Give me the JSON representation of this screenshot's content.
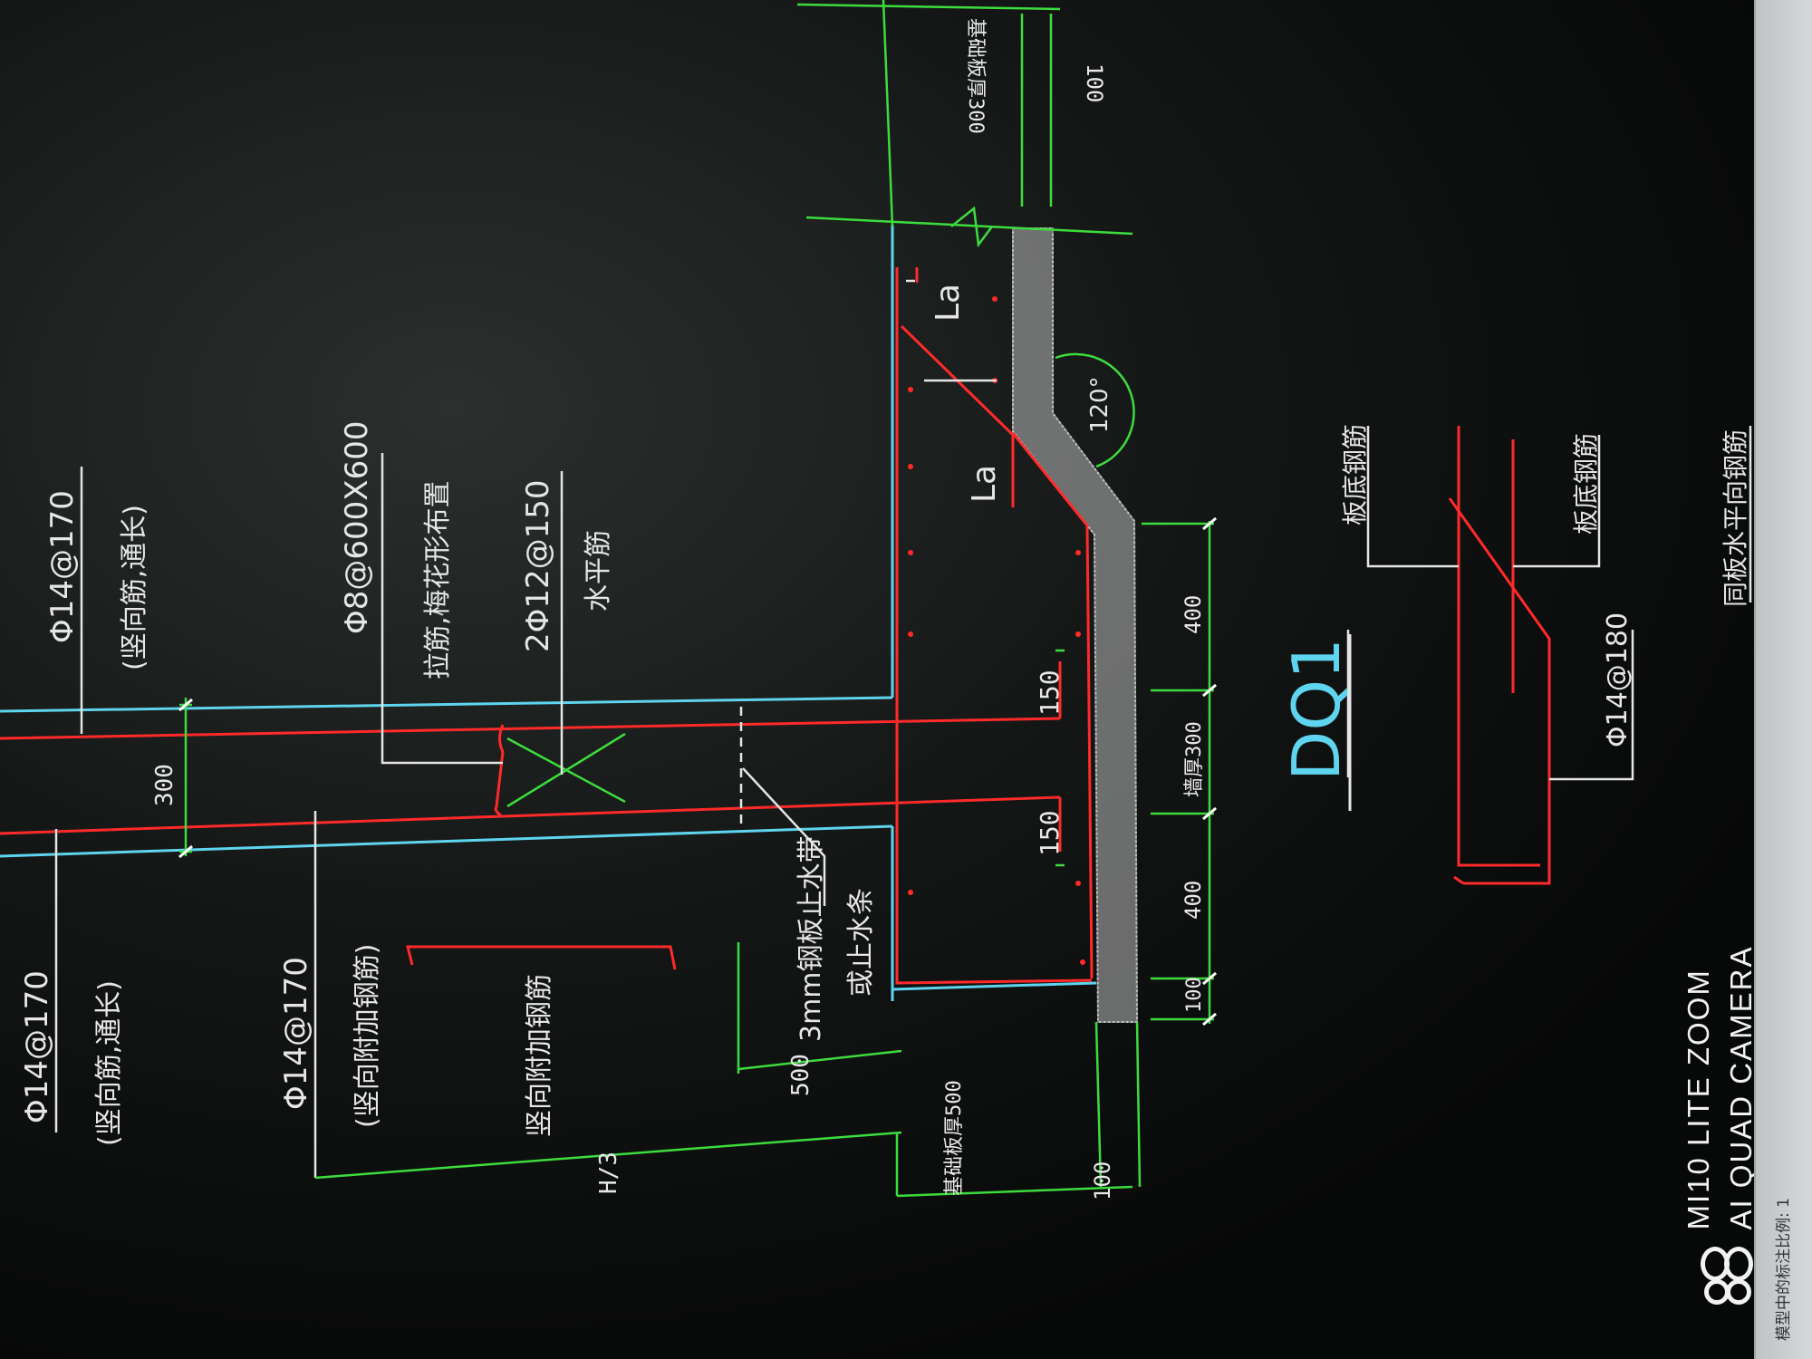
{
  "drawing": {
    "rebar_vertical_1": "Φ14@170",
    "rebar_vertical_1_note": "(竖向筋,通长)",
    "rebar_vertical_2": "Φ14@170",
    "rebar_vertical_2_note": "(竖向筋,通长)",
    "rebar_vertical_3": "Φ14@170",
    "rebar_vertical_3_note": "(竖向附加钢筋)",
    "extra_vertical_note": "竖向附加钢筋",
    "tie_bar": "Φ8@600X600",
    "tie_bar_note": "拉筋,梅花形布置",
    "horizontal_bar": "2Φ12@150",
    "horizontal_bar_note": "水平筋",
    "waterstop": "3mm钢板止水带",
    "waterstop_note": "或止水条",
    "anchor_top": "La",
    "anchor_bottom": "La",
    "angle": "120°",
    "dim_300": "300",
    "dim_500": "500",
    "dim_h3": "H/3",
    "dim_150_a": "150",
    "dim_150_b": "150",
    "dim_400_a": "400",
    "dim_wall": "墙厚300",
    "dim_400_b": "400",
    "dim_100_a": "100",
    "dim_100_b": "100",
    "dim_100_c": "100",
    "dim_slab_top": "基础板厚300",
    "dim_slab_bottom": "基础板厚500",
    "title": "DQ1",
    "detail_label_1": "板底钢筋",
    "detail_label_2": "板底钢筋",
    "detail_bar": "Φ14@180",
    "detail_note": "同板水平向钢筋"
  },
  "watermark": {
    "line1": "MI10 LITE ZOOM",
    "line2": "AI QUAD CAMERA"
  },
  "status": {
    "text": "模型中的标注比例: 1"
  },
  "colors": {
    "green": "#3ddc3d",
    "red": "#ff2a2a",
    "cyan": "#5fd4ee",
    "white": "#e6e6e6",
    "background": "#0b0c0c"
  }
}
